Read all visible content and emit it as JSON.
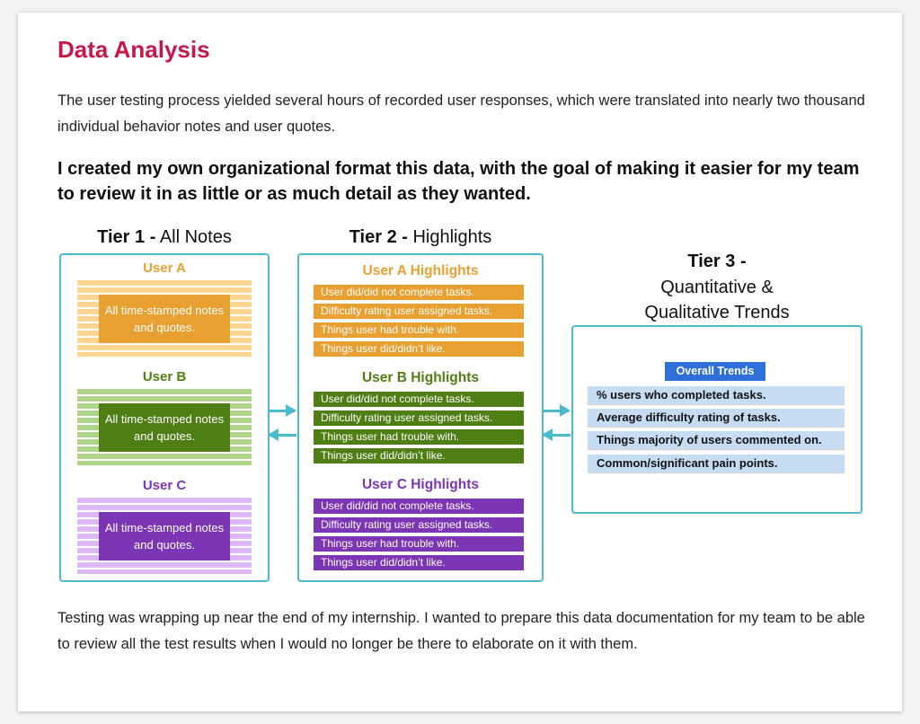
{
  "title": "Data Analysis",
  "intro": "The user testing process yielded several hours of recorded user responses, which were translated into nearly two thousand individual behavior notes and user quotes.",
  "statement": "I created my own organizational format this data, with the goal of making it easier for my team to review it in as little or as much detail as they wanted.",
  "tier1": {
    "bold": "Tier 1 -",
    "rest": " All Notes",
    "users": [
      {
        "name": "User A",
        "note": "All time-stamped notes and quotes.",
        "color": "#e8a030",
        "light": "#ffd591"
      },
      {
        "name": "User B",
        "note": "All time-stamped notes and quotes.",
        "color": "#4e7e14",
        "light": "#b0d48a"
      },
      {
        "name": "User C",
        "note": "All time-stamped notes and quotes.",
        "color": "#7b35b5",
        "light": "#dcb8f4"
      }
    ]
  },
  "tier2": {
    "bold": "Tier 2 -",
    "rest": " Highlights",
    "groups": [
      {
        "name": "User A Highlights",
        "items": [
          "User did/did not complete tasks.",
          "Difficulty rating user assigned tasks.",
          "Things user had trouble with.",
          "Things user did/didn’t like."
        ]
      },
      {
        "name": "User B Highlights",
        "items": [
          "User did/did not complete tasks.",
          "Difficulty rating user assigned tasks.",
          "Things user had trouble with.",
          "Things user did/didn’t like."
        ]
      },
      {
        "name": "User C Highlights",
        "items": [
          "User did/did not complete tasks.",
          "Difficulty rating user assigned tasks.",
          "Things user had trouble with.",
          "Things user did/didn’t like."
        ]
      }
    ]
  },
  "tier3": {
    "bold": "Tier 3 -",
    "line2": "Quantitative &",
    "line3": "Qualitative Trends",
    "button": "Overall Trends",
    "items": [
      "% users who completed tasks.",
      "Average difficulty rating of tasks.",
      "Things majority of users commented on.",
      "Common/significant pain points."
    ]
  },
  "closing": "Testing was wrapping up near the end of my internship. I wanted to prepare this data documentation for my team to be able to review all the test results when I would no longer be there to elaborate on it with them."
}
